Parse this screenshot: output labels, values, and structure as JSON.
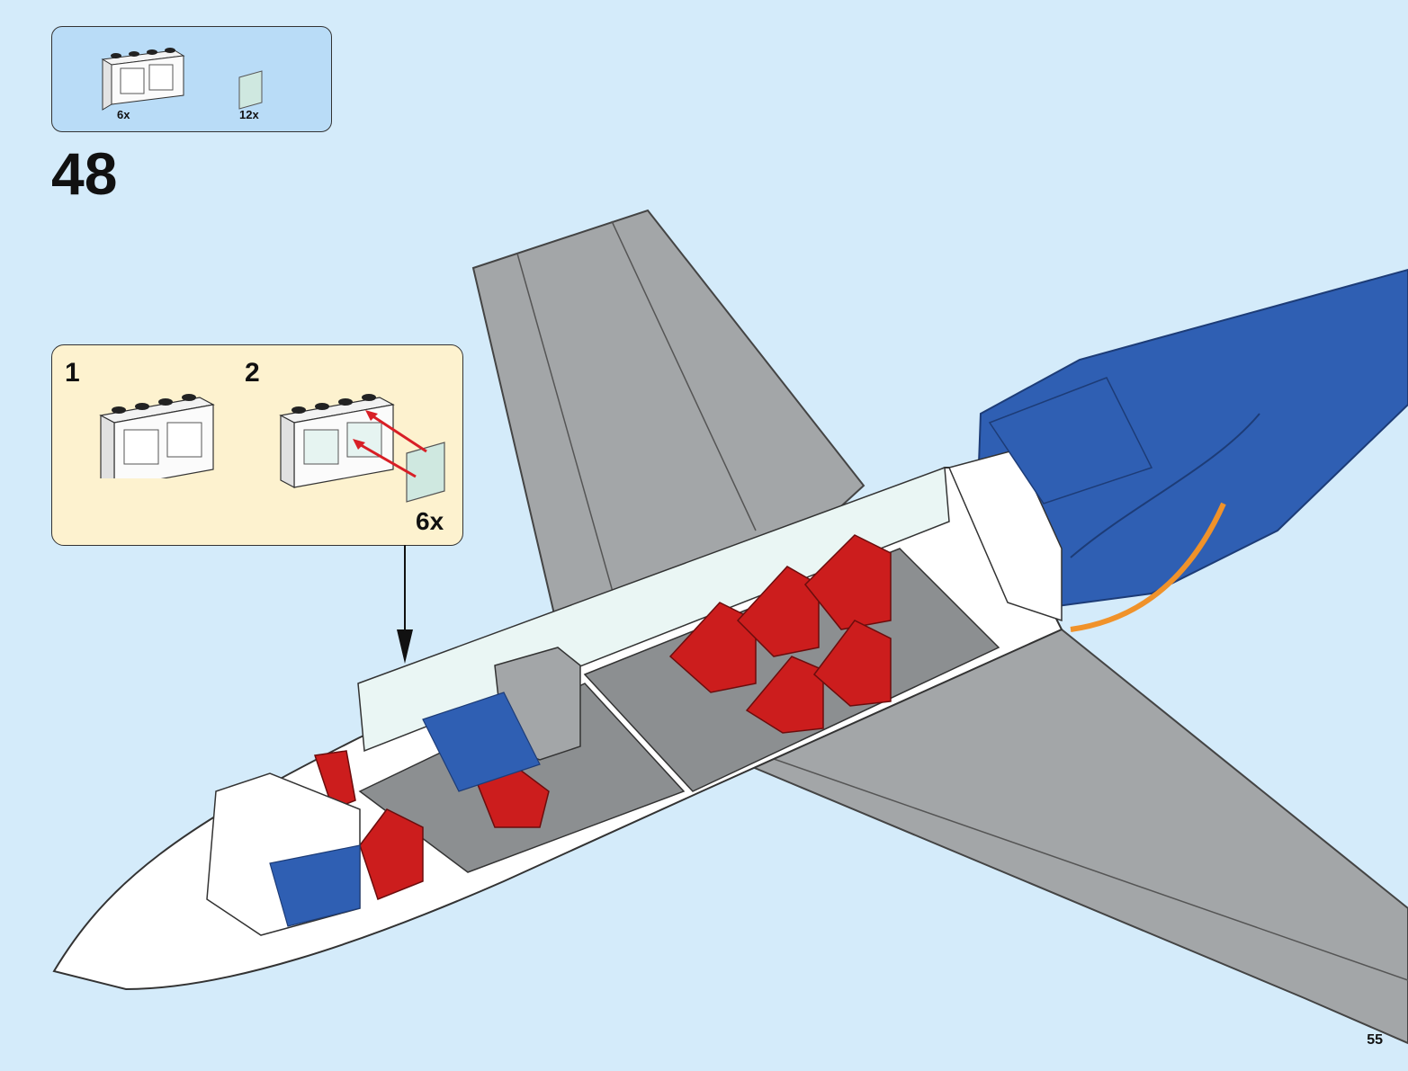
{
  "parts_list": {
    "items": [
      {
        "name": "window-frame-1x4x2",
        "count": "6x"
      },
      {
        "name": "window-pane-transparent",
        "count": "12x"
      }
    ]
  },
  "step": {
    "number": "48"
  },
  "sub_assembly": {
    "steps": [
      {
        "number": "1"
      },
      {
        "number": "2"
      }
    ],
    "quantity": "6x"
  },
  "page": {
    "number": "55"
  },
  "colors": {
    "background": "#d4ebfa",
    "parts_box": "#b9dcf7",
    "sub_box": "#fdf2cf",
    "fuselage_blue": "#2f5fb3",
    "wing_gray": "#a3a6a8",
    "seat_red": "#cc1d1d",
    "arrow_red": "#d81f26",
    "trim_orange": "#f0922a"
  }
}
